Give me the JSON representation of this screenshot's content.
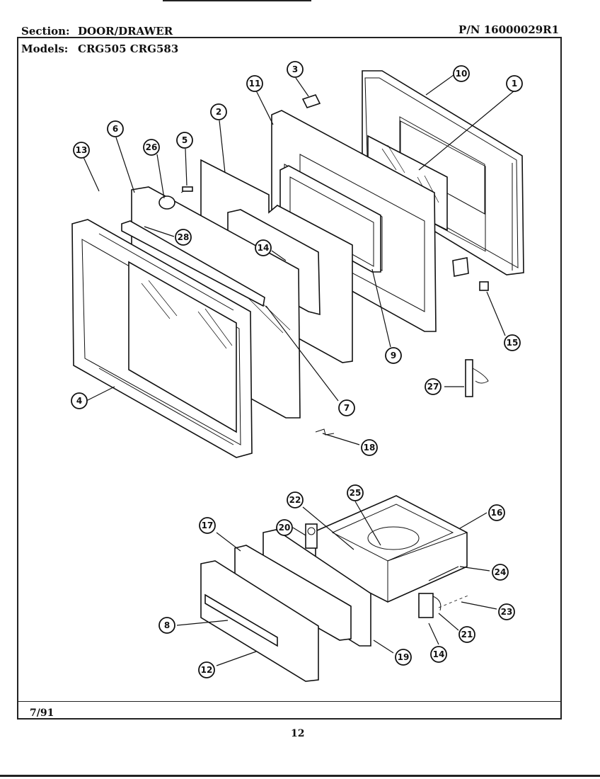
{
  "header": {
    "section_label": "Section:",
    "section_value": "DOOR/DRAWER",
    "models_label": "Models:",
    "models_value": "CRG505  CRG583",
    "part_number": "P/N 16000029R1"
  },
  "footer": {
    "date": "7/91",
    "page": "12"
  },
  "callouts": [
    "1",
    "2",
    "3",
    "4",
    "5",
    "6",
    "7",
    "8",
    "9",
    "10",
    "11",
    "12",
    "13",
    "14",
    "14",
    "15",
    "16",
    "17",
    "18",
    "19",
    "20",
    "21",
    "22",
    "23",
    "24",
    "25",
    "26",
    "27",
    "28"
  ]
}
